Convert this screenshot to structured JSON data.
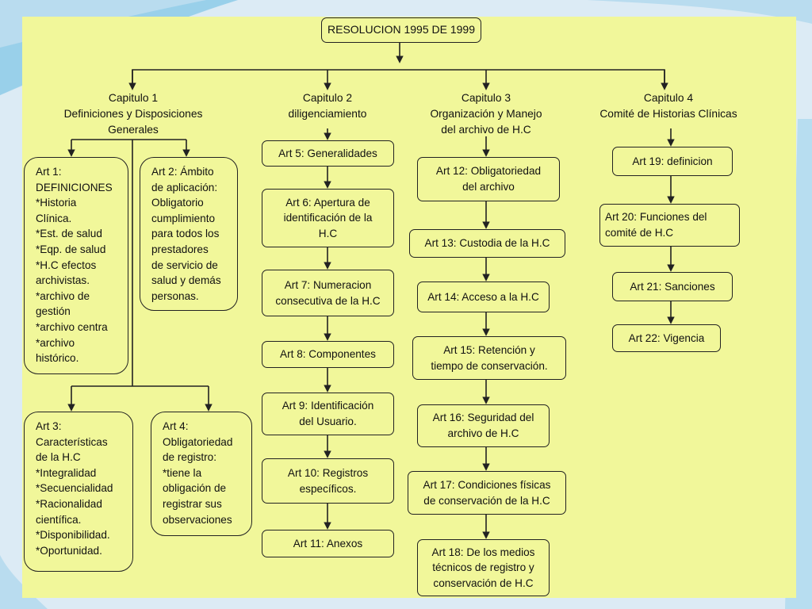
{
  "root": "RESOLUCION 1995 DE 1999",
  "chapters": {
    "c1": "Capitulo 1\nDefiniciones y Disposiciones\nGenerales",
    "c2": "Capitulo 2\ndiligenciamiento",
    "c3": "Capitulo 3\nOrganización y Manejo\ndel archivo de H.C",
    "c4": "Capitulo 4\nComité de Historias Clínicas"
  },
  "articles": {
    "a1": "Art 1:\nDEFINICIONES\n*Historia\nClínica.\n*Est. de salud\n*Eqp. de salud\n*H.C efectos\narchivistas.\n*archivo de\ngestión\n*archivo centra\n*archivo\nhistórico.",
    "a2": "Art 2: Ámbito\nde aplicación:\nObligatorio\ncumplimiento\npara todos los\nprestadores\nde servicio de\nsalud y demás\npersonas.",
    "a3": "Art 3:\nCaracterísticas\nde la H.C\n*Integralidad\n*Secuencialidad\n*Racionalidad\ncientífica.\n*Disponibilidad.\n*Oportunidad.",
    "a4": "Art 4:\nObligatoriedad\nde registro:\n*tiene la\nobligación de\nregistrar sus\nobservaciones",
    "a5": "Art 5: Generalidades",
    "a6": "Art 6: Apertura de\nidentificación de la\nH.C",
    "a7": "Art 7: Numeracion\nconsecutiva de la H.C",
    "a8": "Art 8: Componentes",
    "a9": "Art 9: Identificación\ndel Usuario.",
    "a10": "Art 10: Registros\nespecíficos.",
    "a11": "Art 11: Anexos",
    "a12": "Art 12: Obligatoriedad\ndel archivo",
    "a13": "Art 13: Custodia de la H.C",
    "a14": "Art 14: Acceso a la H.C",
    "a15": "Art 15: Retención y\ntiempo de conservación.",
    "a16": "Art 16: Seguridad del\narchivo de H.C",
    "a17": "Art 17: Condiciones físicas\nde conservación de la H.C",
    "a18": "Art 18: De los medios\ntécnicos de registro y\nconservación de H.C",
    "a19": "Art 19: definicion",
    "a20": "Art 20: Funciones del\ncomité de H.C",
    "a21": "Art 21: Sanciones",
    "a22": "Art 22: Vigencia"
  },
  "colors": {
    "slide_fill": "#f1f79a",
    "border": "#222222",
    "accent_wave": "#5fb6dd"
  }
}
